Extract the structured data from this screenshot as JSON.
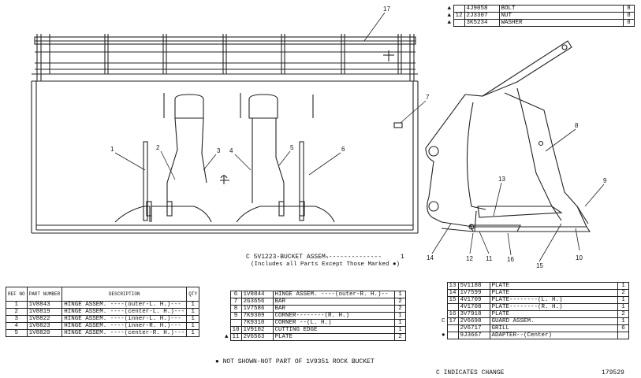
{
  "callouts": [
    "1",
    "2",
    "3",
    "4",
    "5",
    "6",
    "7",
    "8",
    "9",
    "10",
    "11",
    "12",
    "13",
    "14",
    "15",
    "16",
    "17"
  ],
  "assembly_title": "C  5V1223-BUCKET ASSEM.",
  "assembly_qty": "1",
  "assembly_note": "(Includes all Parts Except Those Marked ●)",
  "top_table": {
    "rows": [
      {
        "mark": "▲",
        "fig": "",
        "part": "4J9058",
        "desc": "BOLT",
        "qty": "8"
      },
      {
        "mark": "▲",
        "fig": "12",
        "part": "2J3307",
        "desc": "NUT",
        "qty": "8"
      },
      {
        "mark": "▲",
        "fig": "",
        "part": "3K5234",
        "desc": "WASHER",
        "qty": "8"
      }
    ]
  },
  "left_table": {
    "headers": {
      "ref": "REF NO",
      "part": "PART NUMBER",
      "desc": "DESCRIPTION",
      "qty": "QTY"
    },
    "rows": [
      {
        "ref": "1",
        "part": "1V8843",
        "desc": "HINGE ASSEM.  ----(outer-L. H.)---",
        "qty": "1"
      },
      {
        "ref": "2",
        "part": "1V8819",
        "desc": "HINGE ASSEM.  ----(center-L. H.)---",
        "qty": "1"
      },
      {
        "ref": "3",
        "part": "1V8822",
        "desc": "HINGE ASSEM.  ----(inner-L. H.)---",
        "qty": "1"
      },
      {
        "ref": "4",
        "part": "1V8823",
        "desc": "HINGE ASSEM.  ----(inner-R. H.)---",
        "qty": "1"
      },
      {
        "ref": "5",
        "part": "1V8820",
        "desc": "HINGE ASSEM.  ----(center-R. H.)---",
        "qty": "1"
      }
    ]
  },
  "mid_table": {
    "rows": [
      {
        "mark": "",
        "ref": "6",
        "part": "1V8844",
        "desc": "HINGE ASSEM.  ----(outer-R. H.)--",
        "qty": "1"
      },
      {
        "mark": "",
        "ref": "7",
        "part": "2G3656",
        "desc": "BAR",
        "qty": "2"
      },
      {
        "mark": "",
        "ref": "8",
        "part": "1V7586",
        "desc": "BAR",
        "qty": "2"
      },
      {
        "mark": "",
        "ref": "9",
        "part": "7K9309",
        "desc": "CORNER--------(R. H.)",
        "qty": "1"
      },
      {
        "mark": "",
        "ref": "",
        "part": "7K9310",
        "desc": "CORNER        --(L. H.)",
        "qty": "1"
      },
      {
        "mark": "",
        "ref": "10",
        "part": "1V9102",
        "desc": "CUTTING EDGE",
        "qty": "1"
      },
      {
        "mark": "▲",
        "ref": "11",
        "part": "2V6563",
        "desc": "PLATE",
        "qty": "2"
      }
    ]
  },
  "right_table": {
    "rows": [
      {
        "mark": "",
        "ref": "13",
        "part": "5V1188",
        "desc": "PLATE",
        "qty": "1"
      },
      {
        "mark": "",
        "ref": "14",
        "part": "1V7599",
        "desc": "PLATE",
        "qty": "2"
      },
      {
        "mark": "",
        "ref": "15",
        "part": "4V1709",
        "desc": "PLATE--------(L. H.)",
        "qty": "1"
      },
      {
        "mark": "",
        "ref": "",
        "part": "4V1708",
        "desc": "PLATE--------(R. H.)",
        "qty": "1"
      },
      {
        "mark": "",
        "ref": "16",
        "part": "3V7918",
        "desc": "PLATE",
        "qty": "2"
      },
      {
        "mark": "C",
        "ref": "17",
        "part": "2V6698",
        "desc": "GUARD ASSEM.",
        "qty": "1"
      },
      {
        "mark": "",
        "ref": "",
        "part": "2V6717",
        "desc": "  GRILL",
        "qty": "6"
      },
      {
        "mark": "●",
        "ref": "",
        "part": "9J3667",
        "desc": "ADAPTER--(Center)",
        "qty": ""
      }
    ]
  },
  "footnote": "● NOT SHOWN-NOT PART OF 1V9351  ROCK BUCKET",
  "change_note": "C INDICATES CHANGE",
  "drawing_number": "179529"
}
